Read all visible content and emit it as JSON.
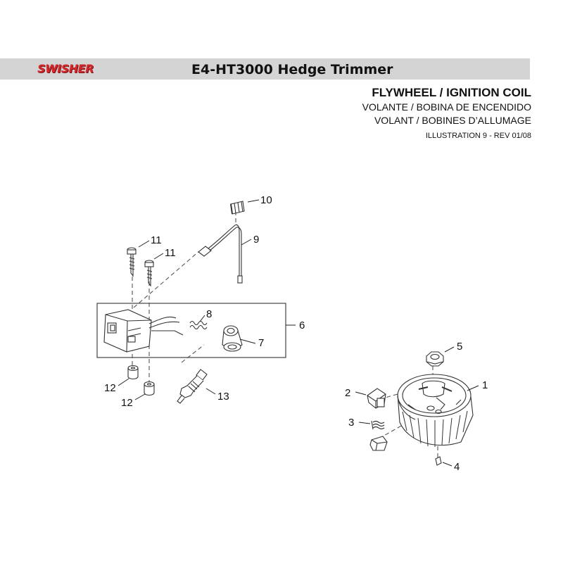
{
  "brand": {
    "logo_text": "SWISHER"
  },
  "document": {
    "title": "E4-HT3000 Hedge Trimmer"
  },
  "section": {
    "title": "FLYWHEEL / IGNITION COIL",
    "title_es": "VOLANTE / BOBINA DE ENCENDIDO",
    "title_fr": "VOLANT / BOBINES D’ALLUMAGE",
    "illustration": "ILLUSTRATION 9 - REV 01/08"
  },
  "callouts": {
    "c1": "1",
    "c2": "2",
    "c3": "3",
    "c4": "4",
    "c5": "5",
    "c6": "6",
    "c7": "7",
    "c8": "8",
    "c9": "9",
    "c10": "10",
    "c11a": "11",
    "c11b": "11",
    "c12a": "12",
    "c12b": "12",
    "c13": "13"
  },
  "colors": {
    "logo_red": "#d4282c",
    "header_gray": "#d4d4d4"
  }
}
